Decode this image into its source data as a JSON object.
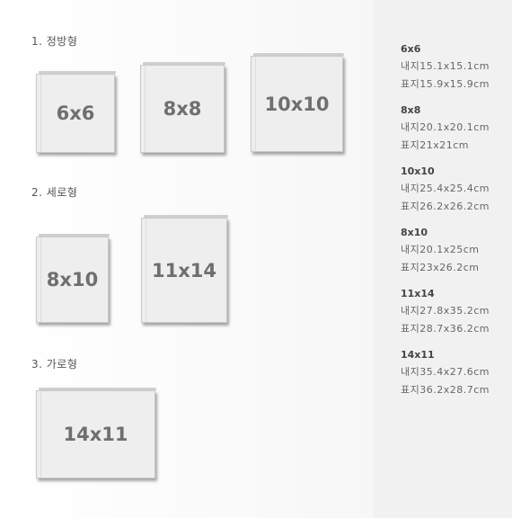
{
  "sections": [
    {
      "title": "1. 정방형"
    },
    {
      "title": "2. 세로형"
    },
    {
      "title": "3. 가로형"
    }
  ],
  "books": [
    {
      "label": "6x6"
    },
    {
      "label": "8x8"
    },
    {
      "label": "10x10"
    },
    {
      "label": "8x10"
    },
    {
      "label": "11x14"
    },
    {
      "label": "14x11"
    }
  ],
  "specs": [
    {
      "name": "6x6",
      "inner": "내지15.1x15.1cm",
      "cover": "표지15.9x15.9cm"
    },
    {
      "name": "8x8",
      "inner": "내지20.1x20.1cm",
      "cover": "표지21x21cm"
    },
    {
      "name": "10x10",
      "inner": "내지25.4x25.4cm",
      "cover": "표지26.2x26.2cm"
    },
    {
      "name": "8x10",
      "inner": "내지20.1x25cm",
      "cover": "표지23x26.2cm"
    },
    {
      "name": "11x14",
      "inner": "내지27.8x35.2cm",
      "cover": "표지28.7x36.2cm"
    },
    {
      "name": "14x11",
      "inner": "내지35.4x27.6cm",
      "cover": "표지36.2x28.7cm"
    }
  ]
}
